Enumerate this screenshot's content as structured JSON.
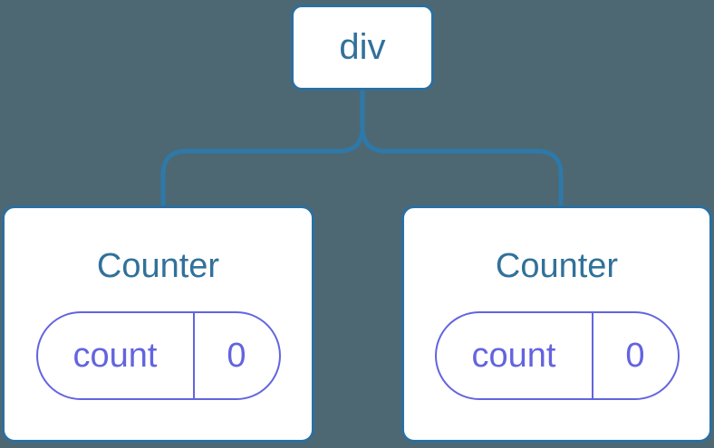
{
  "colors": {
    "background": "#4D6873",
    "edge": "#2E79A8",
    "node-border": "#2C6F9F",
    "node-bg": "#FFFFFF",
    "node-text": "#31719B",
    "state": "#6364DF"
  },
  "diagram": {
    "type": "component-tree",
    "root": {
      "label": "div"
    },
    "children": [
      {
        "label": "Counter",
        "state": {
          "key": "count",
          "value": "0"
        }
      },
      {
        "label": "Counter",
        "state": {
          "key": "count",
          "value": "0"
        }
      }
    ]
  }
}
